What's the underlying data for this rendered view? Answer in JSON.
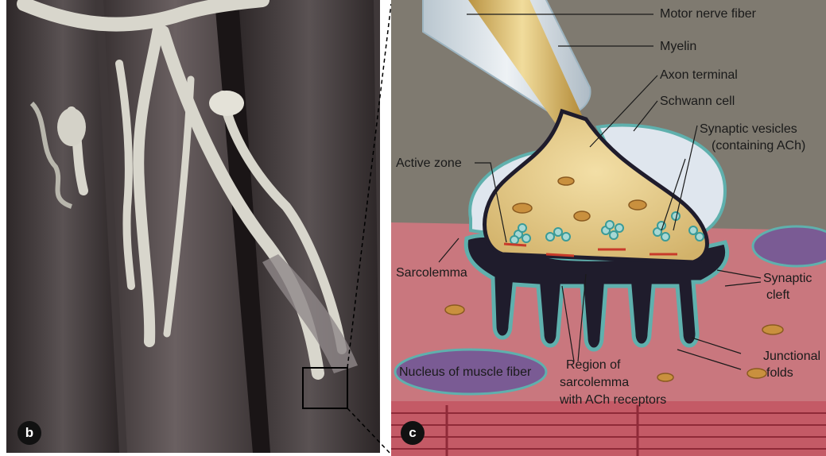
{
  "panels": [
    {
      "letter": "b"
    },
    {
      "letter": "c"
    }
  ],
  "labels": {
    "motor_nerve_fiber": "Motor nerve fiber",
    "myelin": "Myelin",
    "axon_terminal": "Axon terminal",
    "schwann_cell": "Schwann cell",
    "synaptic_vesicles_1": "Synaptic vesicles",
    "synaptic_vesicles_2": "(containing ACh)",
    "active_zone": "Active zone",
    "sarcolemma": "Sarcolemma",
    "synaptic_cleft_1": "Synaptic",
    "synaptic_cleft_2": "cleft",
    "junctional_folds_1": "Junctional",
    "junctional_folds_2": "folds",
    "nucleus": "Nucleus of muscle fiber",
    "region_1": "Region of",
    "region_2": "sarcolemma",
    "region_3": "with ACh receptors"
  },
  "colors": {
    "background_c": "#7f7a70",
    "muscle": "#c9777e",
    "axon": "#e8cd8a",
    "cleft": "#1f1c2c",
    "schwann": "#dfe6ee",
    "outline": "#5fb0ad",
    "nucleus": "#7a5b94",
    "fibril": "#b8404e"
  }
}
